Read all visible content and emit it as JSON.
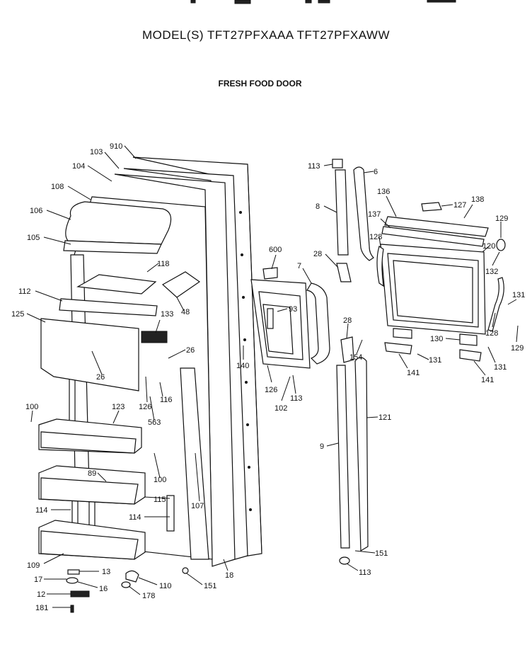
{
  "header": {
    "title": "MODEL(S) TFT27PFXAAA  TFT27PFXAWW",
    "subtitle": "FRESH FOOD DOOR"
  },
  "callouts": [
    {
      "label": "910"
    },
    {
      "label": "103"
    },
    {
      "label": "104"
    },
    {
      "label": "108"
    },
    {
      "label": "106"
    },
    {
      "label": "105"
    },
    {
      "label": "118"
    },
    {
      "label": "112"
    },
    {
      "label": "125"
    },
    {
      "label": "133"
    },
    {
      "label": "48"
    },
    {
      "label": "26"
    },
    {
      "label": "26"
    },
    {
      "label": "126"
    },
    {
      "label": "116"
    },
    {
      "label": "563"
    },
    {
      "label": "100"
    },
    {
      "label": "123"
    },
    {
      "label": "89"
    },
    {
      "label": "100"
    },
    {
      "label": "115"
    },
    {
      "label": "114"
    },
    {
      "label": "114"
    },
    {
      "label": "107"
    },
    {
      "label": "109"
    },
    {
      "label": "13"
    },
    {
      "label": "17"
    },
    {
      "label": "16"
    },
    {
      "label": "12"
    },
    {
      "label": "181"
    },
    {
      "label": "110"
    },
    {
      "label": "178"
    },
    {
      "label": "151"
    },
    {
      "label": "18"
    },
    {
      "label": "140"
    },
    {
      "label": "600"
    },
    {
      "label": "93"
    },
    {
      "label": "126"
    },
    {
      "label": "102"
    },
    {
      "label": "113"
    },
    {
      "label": "7"
    },
    {
      "label": "28"
    },
    {
      "label": "8"
    },
    {
      "label": "113"
    },
    {
      "label": "6"
    },
    {
      "label": "28"
    },
    {
      "label": "154"
    },
    {
      "label": "9"
    },
    {
      "label": "121"
    },
    {
      "label": "151"
    },
    {
      "label": "113"
    },
    {
      "label": "136"
    },
    {
      "label": "127"
    },
    {
      "label": "138"
    },
    {
      "label": "137"
    },
    {
      "label": "128"
    },
    {
      "label": "120"
    },
    {
      "label": "129"
    },
    {
      "label": "132"
    },
    {
      "label": "131"
    },
    {
      "label": "128"
    },
    {
      "label": "130"
    },
    {
      "label": "129"
    },
    {
      "label": "131"
    },
    {
      "label": "131"
    },
    {
      "label": "141"
    },
    {
      "label": "141"
    }
  ]
}
